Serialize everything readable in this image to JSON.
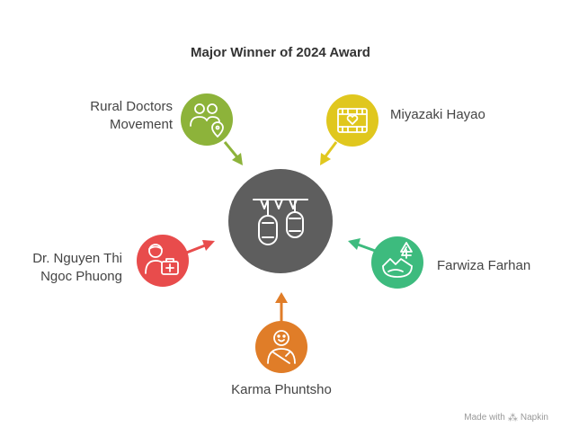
{
  "title": "Major Winner of 2024 Award",
  "center": {
    "icon": "lantern-icon",
    "color": "#5e5e5e"
  },
  "winners": [
    {
      "id": "rural-doctors",
      "label_lines": [
        "Rural Doctors",
        "Movement"
      ],
      "icon": "people-location-icon",
      "color": "#8db33a"
    },
    {
      "id": "miyazaki",
      "label_lines": [
        "Miyazaki Hayao"
      ],
      "icon": "film-heart-icon",
      "color": "#e0c71e"
    },
    {
      "id": "farwiza",
      "label_lines": [
        "Farwiza Farhan"
      ],
      "icon": "landscape-tree-icon",
      "color": "#3dbb7e"
    },
    {
      "id": "karma",
      "label_lines": [
        "Karma Phuntsho"
      ],
      "icon": "monk-icon",
      "color": "#e07d28"
    },
    {
      "id": "nguyen",
      "label_lines": [
        "Dr. Nguyen Thi",
        "Ngoc Phuong"
      ],
      "icon": "doctor-kit-icon",
      "color": "#e84c4c"
    }
  ],
  "footer": {
    "made_with": "Made with",
    "brand": "Napkin"
  }
}
